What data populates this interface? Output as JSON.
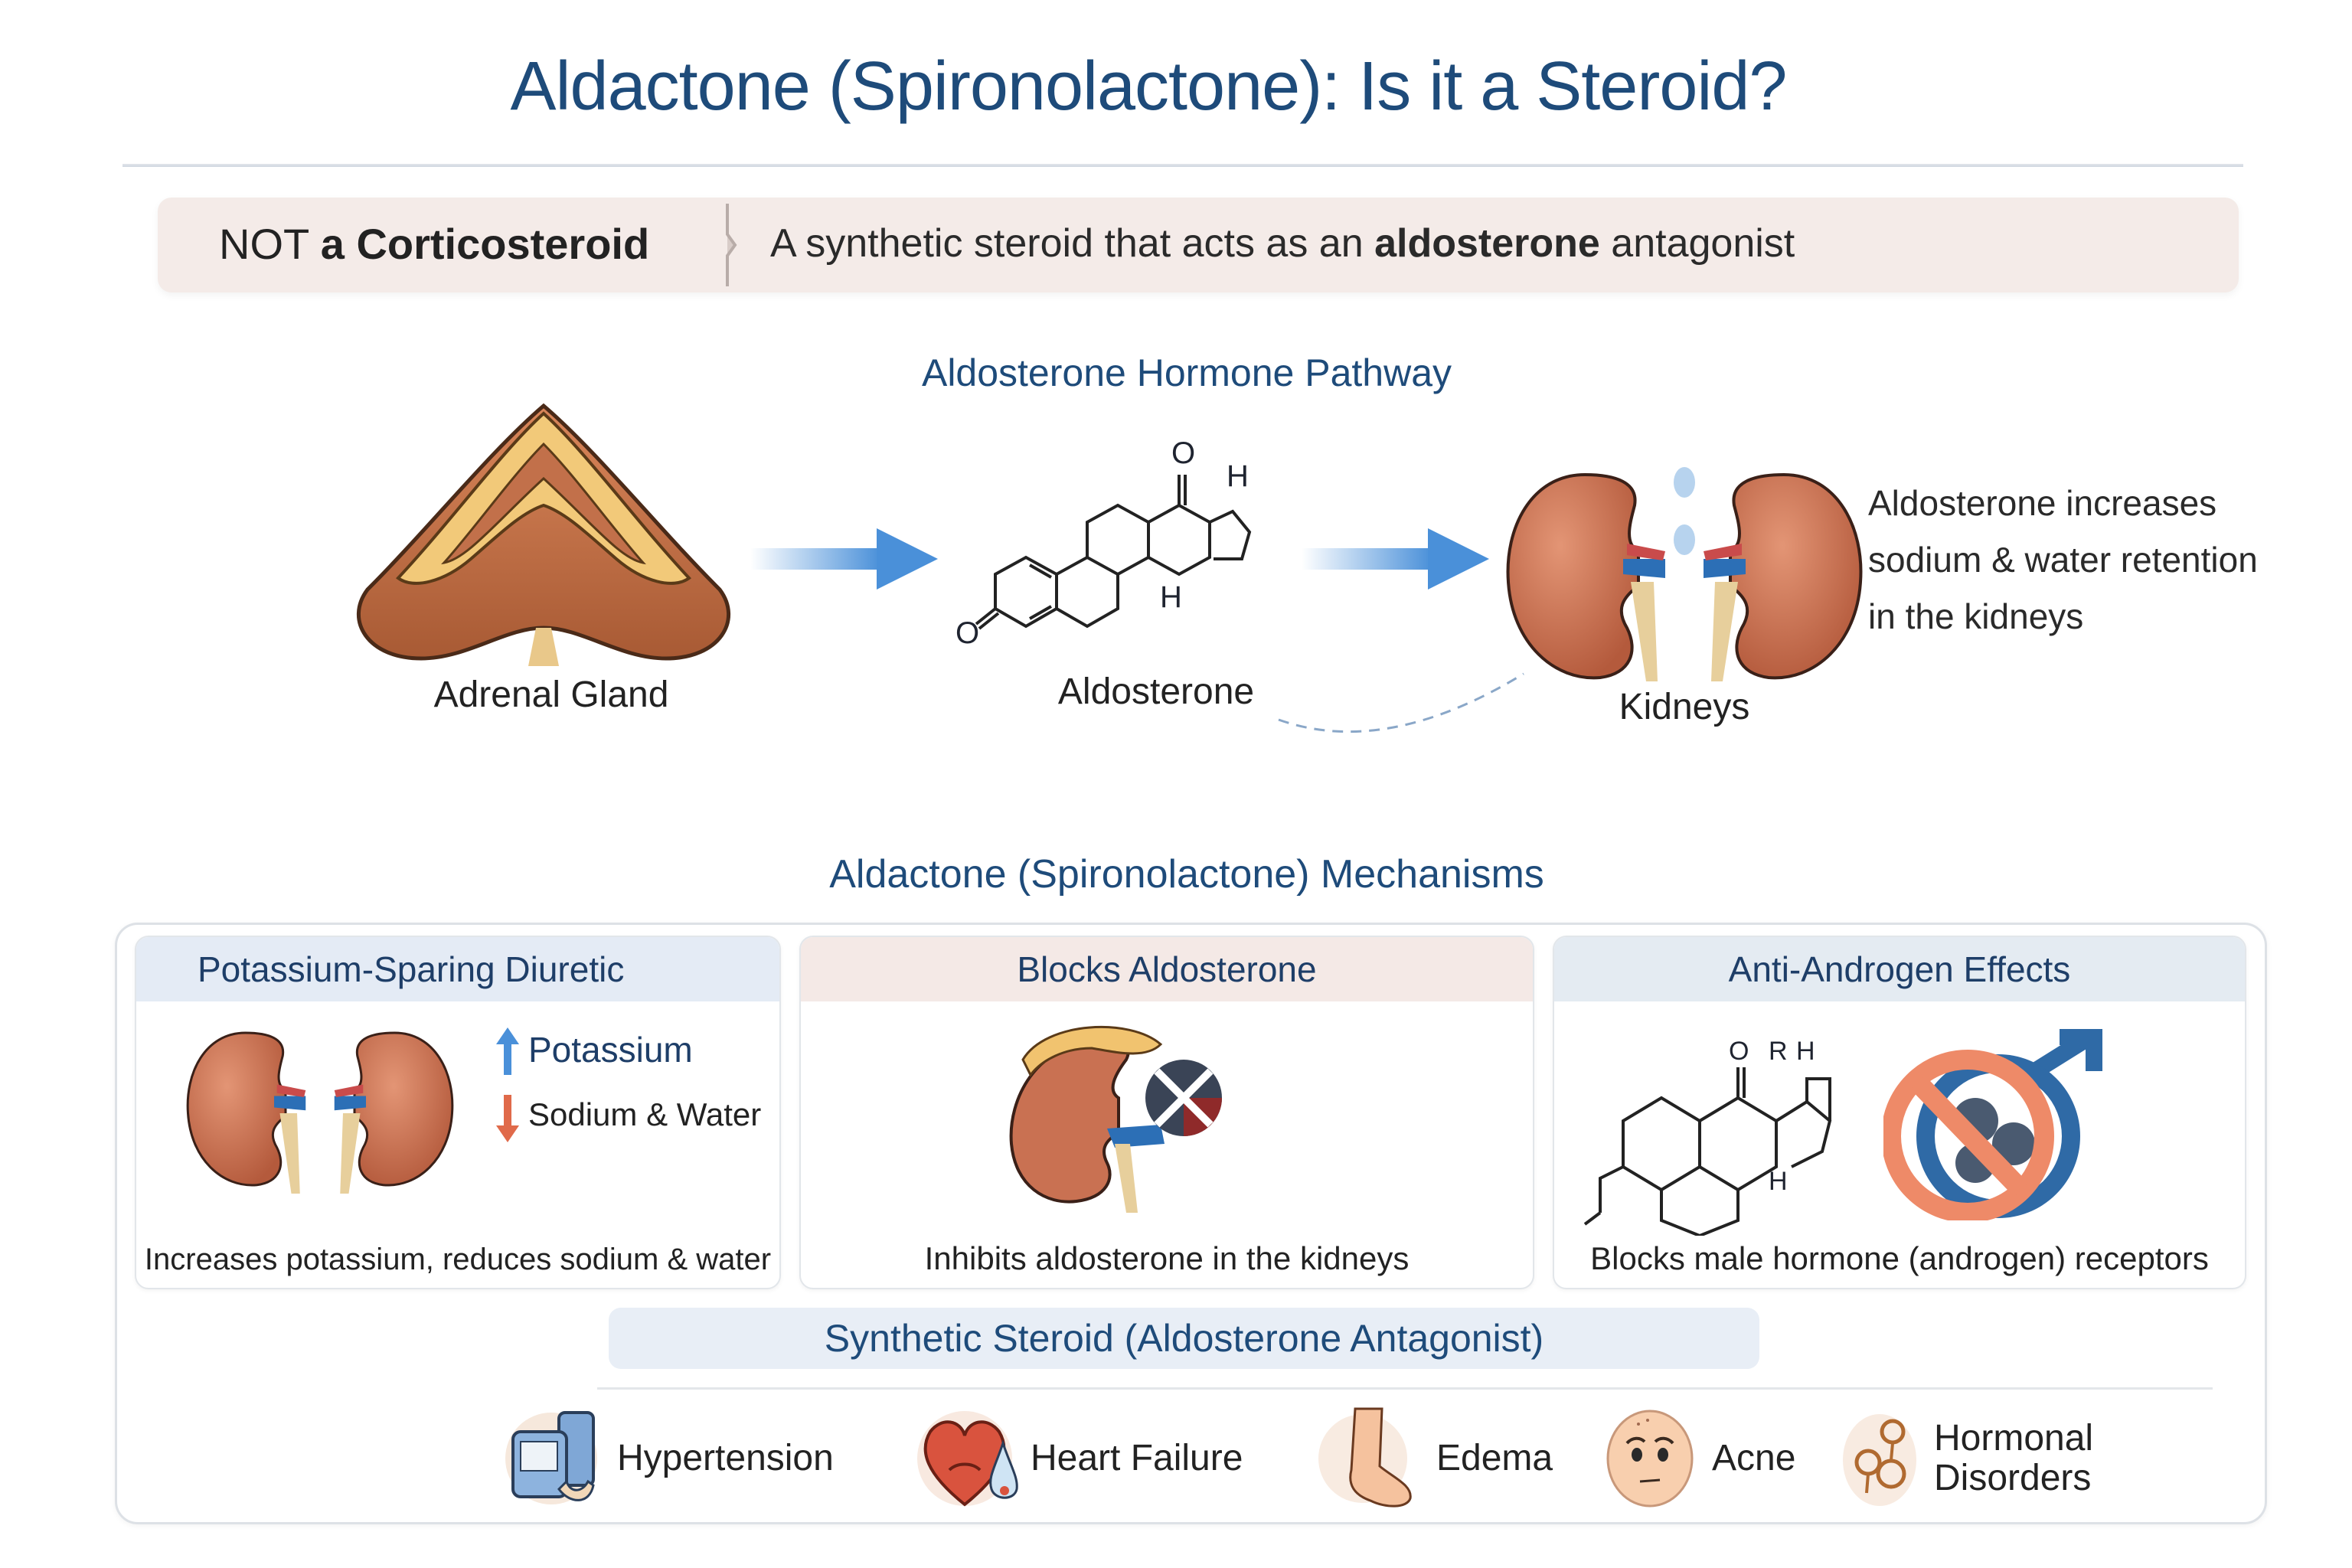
{
  "header": {
    "title": "Aldactone (Spironolactone): Is it a Steroid?"
  },
  "banner": {
    "left_prefix": "NOT ",
    "left_bold": "a Corticosteroid",
    "right_prefix": "A synthetic steroid that acts as an ",
    "right_bold": "aldosterone",
    "right_suffix": " antagonist"
  },
  "pathway": {
    "heading": "Aldosterone Hormone Pathway",
    "steps": [
      {
        "label": "Adrenal Gland",
        "icon": "adrenal-gland-icon"
      },
      {
        "label": "Aldosterone",
        "icon": "steroid-molecule-icon",
        "atoms": {
          "top_o": "O",
          "top_h": "H",
          "mid_h": "H",
          "left_o": "O"
        }
      },
      {
        "label": "Kidneys",
        "icon": "kidneys-icon"
      }
    ],
    "note_lines": [
      "Aldosterone increases",
      "sodium & water retention",
      "in the kidneys"
    ],
    "colors": {
      "arrow": "#4a90d9",
      "heading": "#1e4b7a"
    }
  },
  "mechanisms": {
    "heading": "Aldactone (Spironolactone) Mechanisms",
    "cards": [
      {
        "title": "Potassium-Sparing Diuretic",
        "header_color": "#e4ebf5",
        "up_label": "Potassium",
        "down_label": "Sodium & Water",
        "caption": "Increases potassium, reduces sodium & water"
      },
      {
        "title": "Blocks Aldosterone",
        "header_color": "#f4e9e6",
        "caption": "Inhibits aldosterone in the kidneys"
      },
      {
        "title": "Anti-Androgen Effects",
        "header_color": "#e4ebf2",
        "atoms": {
          "o": "O",
          "r": "R",
          "h_top": "H",
          "h_mid": "H"
        },
        "caption": "Blocks male hormone (androgen) receptors"
      }
    ],
    "synthetic_label": "Synthetic Steroid (Aldosterone Antagonist)"
  },
  "conditions": [
    {
      "label": "Hypertension",
      "icon": "blood-pressure-monitor-icon"
    },
    {
      "label": "Heart Failure",
      "icon": "heart-droplet-icon"
    },
    {
      "label": "Edema",
      "icon": "swollen-foot-icon"
    },
    {
      "label": "Acne",
      "icon": "face-icon"
    },
    {
      "label_line1": "Hormonal",
      "label_line2": "Disorders",
      "icon": "hormone-bubbles-icon"
    }
  ]
}
